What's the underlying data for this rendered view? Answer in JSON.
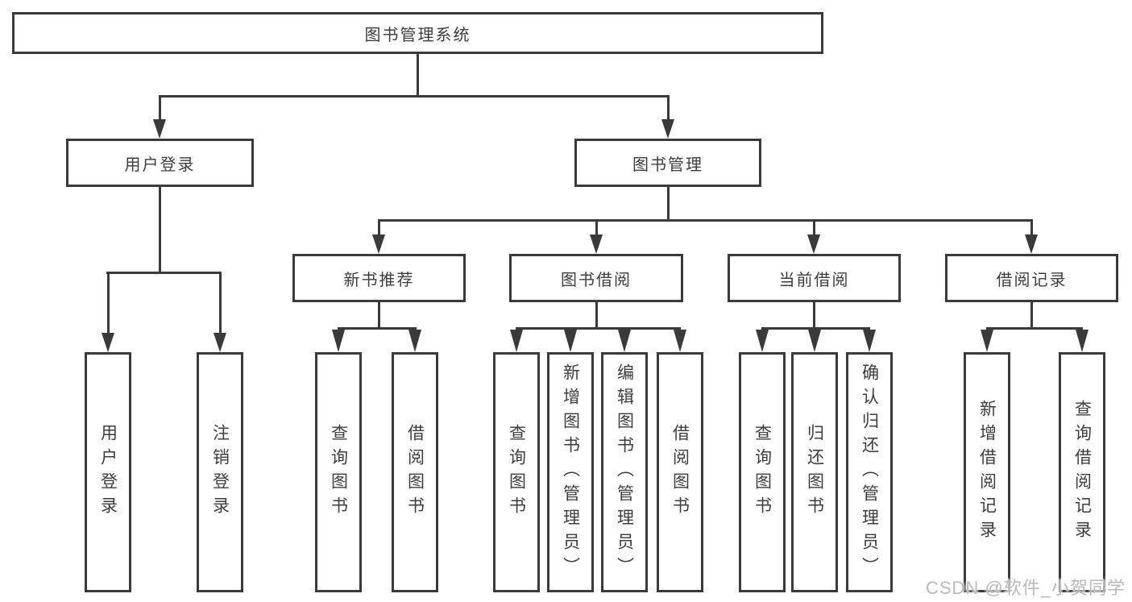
{
  "diagram": {
    "root": {
      "label": "图书管理系统"
    },
    "level2": [
      {
        "label": "用户登录",
        "children": [
          {
            "label": "用户登录"
          },
          {
            "label": "注销登录"
          }
        ]
      },
      {
        "label": "图书管理",
        "children": [
          {
            "label": "新书推荐",
            "children": [
              {
                "label": "查询图书"
              },
              {
                "label": "借阅图书"
              }
            ]
          },
          {
            "label": "图书借阅",
            "children": [
              {
                "label": "查询图书"
              },
              {
                "label": "新增图书（管理员）"
              },
              {
                "label": "编辑图书（管理员）"
              },
              {
                "label": "借阅图书"
              }
            ]
          },
          {
            "label": "当前借阅",
            "children": [
              {
                "label": "查询图书"
              },
              {
                "label": "归还图书"
              },
              {
                "label": "确认归还（管理员）"
              }
            ]
          },
          {
            "label": "借阅记录",
            "children": [
              {
                "label": "新增借阅记录"
              },
              {
                "label": "查询借阅记录"
              }
            ]
          }
        ]
      }
    ]
  },
  "watermark": {
    "text": "CSDN @软件_小贺同学"
  },
  "colors": {
    "line": "#3a3a3a",
    "text": "#3d3d3d",
    "watermark": "#b9b9b9",
    "background": "#ffffff"
  }
}
